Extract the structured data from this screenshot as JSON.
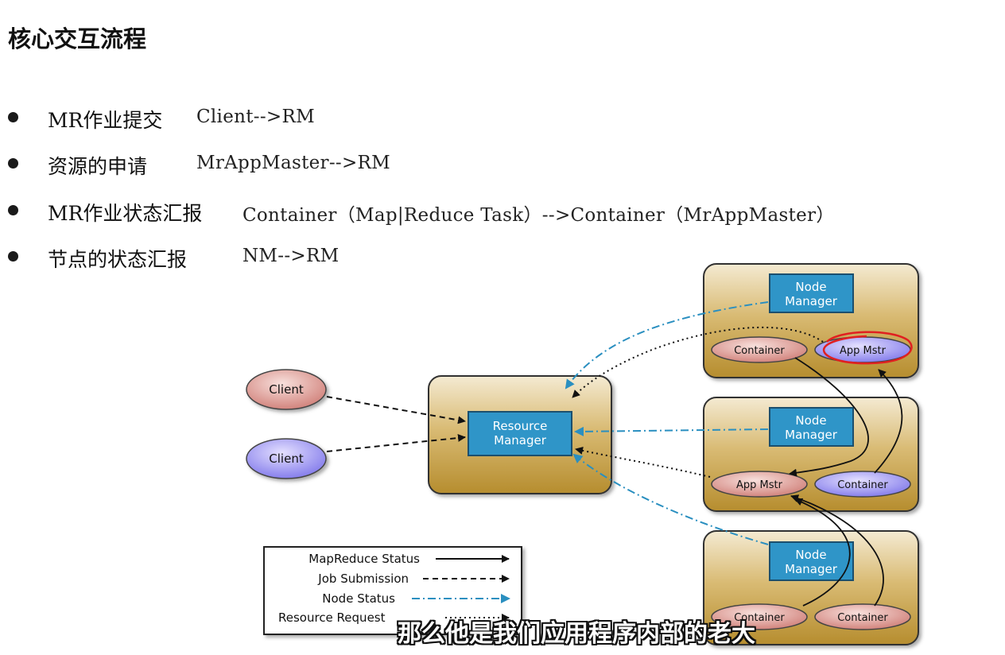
{
  "title": "核心交互流程",
  "bullets": [
    {
      "label": "MR作业提交",
      "detail": "Client-->RM"
    },
    {
      "label": "资源的申请",
      "detail": "MrAppMaster-->RM"
    },
    {
      "label": "MR作业状态汇报",
      "detail": "Container（Map|Reduce Task）-->Container（MrAppMaster）"
    },
    {
      "label": "节点的状态汇报",
      "detail": "NM-->RM"
    }
  ],
  "diagram": {
    "clients": [
      "Client",
      "Client"
    ],
    "resource_manager": "Resource Manager",
    "resource_manager_lines": [
      "Resource",
      "Manager"
    ],
    "node_manager_lines": [
      "Node",
      "Manager"
    ],
    "nodes": [
      {
        "left": "Container",
        "right": "App Mstr"
      },
      {
        "left": "App Mstr",
        "right": "Container"
      },
      {
        "left": "Container",
        "right": "Container"
      }
    ],
    "legend": [
      {
        "label": "MapReduce Status",
        "style": "solid"
      },
      {
        "label": "Job Submission",
        "style": "dashed"
      },
      {
        "label": "Node Status",
        "style": "dash-dot"
      },
      {
        "label": "Resource Request",
        "style": "dotted"
      }
    ],
    "colors": {
      "panel": "#c8a24a",
      "manager_box": "#2f95c8",
      "client_red": "#d98c86",
      "client_blue": "#8c86ee",
      "node_status": "#2a8fc0",
      "highlight": "#e02020"
    }
  },
  "subtitle": "那么他是我们应用程序内部的老大"
}
